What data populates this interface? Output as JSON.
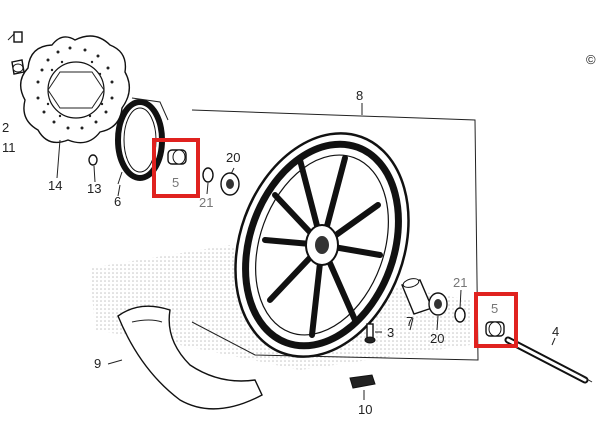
{
  "copyright_mark": "©",
  "callouts": {
    "c8": "8",
    "c20a": "20",
    "c5a": "5",
    "c21a": "21",
    "c14": "14",
    "c13": "13",
    "c6": "6",
    "c11": "11",
    "c2": "2",
    "c7": "7",
    "c20b": "20",
    "c21b": "21",
    "c5b": "5",
    "c3": "3",
    "c4": "4",
    "c9": "9",
    "c10": "10"
  },
  "highlight_color": "#e0221f"
}
